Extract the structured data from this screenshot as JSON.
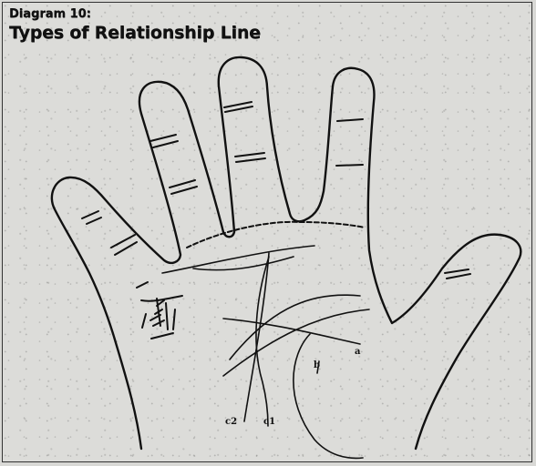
{
  "header": {
    "diagram_number": "Diagram 10:",
    "title": "Types of Relationship Line"
  },
  "labels": {
    "a": "a",
    "b": "b",
    "c1": "c1",
    "c2": "c2"
  }
}
